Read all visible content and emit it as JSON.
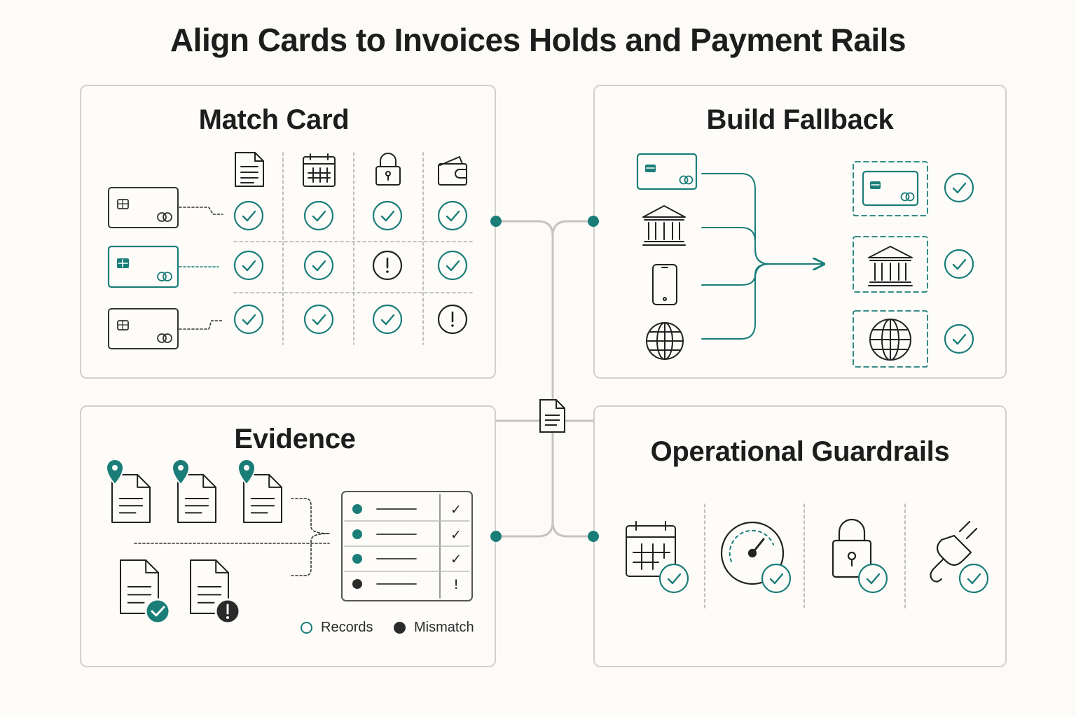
{
  "title": "Align Cards to Invoices Holds and Payment Rails",
  "colors": {
    "teal": "#1b7d78",
    "ink": "#222222",
    "connector": "#c6c4bf",
    "panel_border": "#d2d0cb"
  },
  "panels": {
    "match": {
      "title": "Match Card",
      "column_icons": [
        "invoice-icon",
        "calendar-icon",
        "lock-icon",
        "wallet-icon"
      ],
      "rows": [
        {
          "card": "card-icon",
          "statuses": [
            "ok",
            "ok",
            "ok",
            "ok"
          ]
        },
        {
          "card": "card-highlighted-icon",
          "statuses": [
            "ok",
            "ok",
            "alert",
            "ok"
          ]
        },
        {
          "card": "card-icon",
          "statuses": [
            "ok",
            "ok",
            "ok",
            "alert"
          ]
        }
      ]
    },
    "fallback": {
      "title": "Build Fallback",
      "sources": [
        "card-icon",
        "bank-icon",
        "phone-icon",
        "globe-icon"
      ],
      "targets": [
        "card-icon",
        "bank-icon",
        "globe-icon"
      ],
      "target_status": [
        "ok",
        "ok",
        "ok"
      ]
    },
    "evidence": {
      "title": "Evidence",
      "pinned_documents": 3,
      "checked_documents": [
        {
          "status": "ok"
        },
        {
          "status": "alert"
        }
      ],
      "ledger_rows": [
        {
          "dot": "teal",
          "mark": "✓"
        },
        {
          "dot": "teal",
          "mark": "✓"
        },
        {
          "dot": "teal",
          "mark": "✓"
        },
        {
          "dot": "dark",
          "mark": "!"
        }
      ],
      "legend": [
        {
          "label": "Records",
          "style": "hollow-teal"
        },
        {
          "label": "Mismatch",
          "style": "filled-dark"
        }
      ]
    },
    "guardrails": {
      "title": "Operational Guardrails",
      "items": [
        "calendar-check-icon",
        "gauge-check-icon",
        "lock-check-icon",
        "plug-check-icon"
      ]
    }
  },
  "hub_icon": "document-icon"
}
